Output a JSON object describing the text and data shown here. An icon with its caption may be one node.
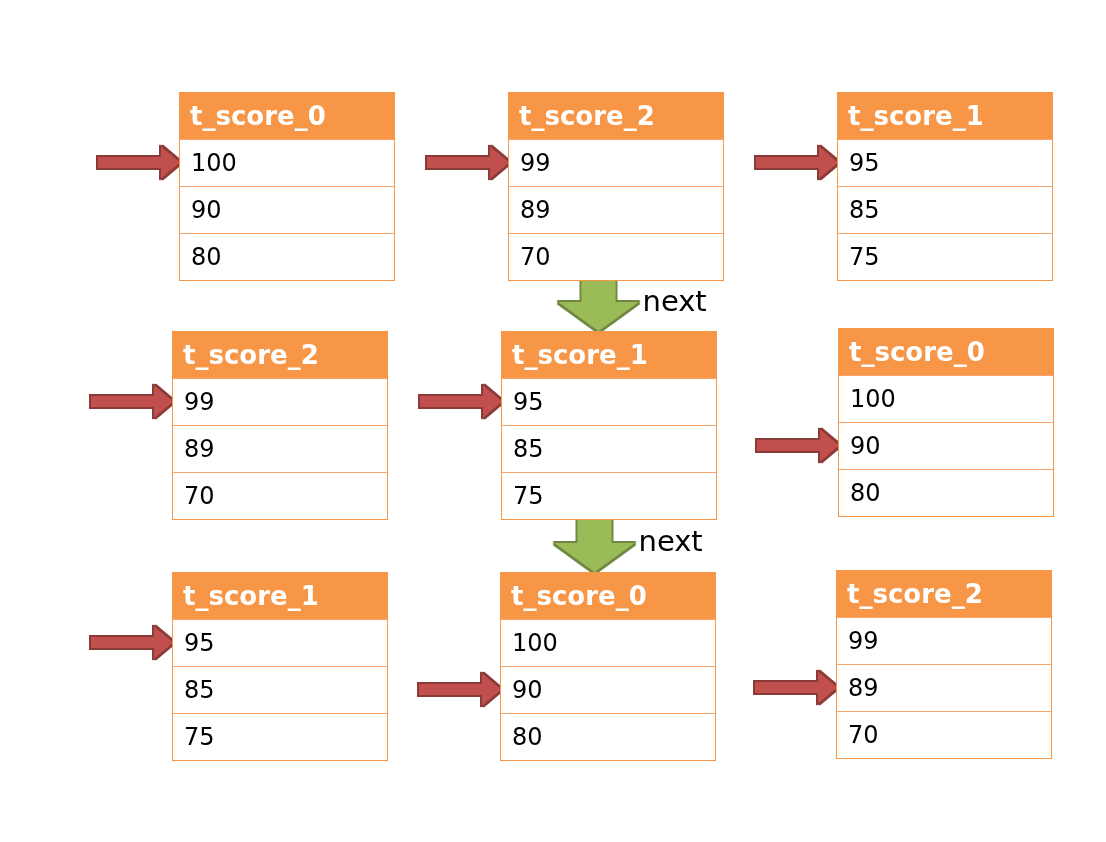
{
  "diagram": {
    "nodes": [
      {
        "text": [
          "t_score_0"
        ]
      },
      {
        "text": [
          "100"
        ],
        "in": 0
      },
      {
        "text": [
          "90"
        ],
        "in": 0
      },
      {
        "text": [
          "80"
        ],
        "in": 0
      },
      {
        "text": [
          "t_score_2"
        ]
      },
      {
        "text": [
          "99"
        ],
        "in": 4
      },
      {
        "text": [
          "89"
        ],
        "in": 4
      },
      {
        "text": [
          "70"
        ],
        "in": 4
      },
      {
        "text": [
          "t_score_1"
        ]
      },
      {
        "text": [
          "95"
        ],
        "in": 8
      },
      {
        "text": [
          "85"
        ],
        "in": 8
      },
      {
        "text": [
          "75"
        ],
        "in": 8
      },
      {
        "text": [
          "t_score_2"
        ]
      },
      {
        "text": [
          "99"
        ],
        "in": 12
      },
      {
        "text": [
          "89"
        ],
        "in": 12
      },
      {
        "text": [
          "70"
        ],
        "in": 12
      },
      {
        "text": [
          "t_score_1"
        ]
      },
      {
        "text": [
          "95"
        ],
        "in": 16
      },
      {
        "text": [
          "85"
        ],
        "in": 16
      },
      {
        "text": [
          "75"
        ],
        "in": 16
      },
      {
        "text": [
          "t_score_0"
        ]
      },
      {
        "text": [
          "100"
        ],
        "in": 20
      },
      {
        "text": [
          "90"
        ],
        "in": 20
      },
      {
        "text": [
          "80"
        ],
        "in": 20
      },
      {
        "text": [
          "t_score_1"
        ]
      },
      {
        "text": [
          "95"
        ],
        "in": 24
      },
      {
        "text": [
          "85"
        ],
        "in": 24
      },
      {
        "text": [
          "75"
        ],
        "in": 24
      },
      {
        "text": [
          "t_score_0"
        ]
      },
      {
        "text": [
          "100"
        ],
        "in": 28
      },
      {
        "text": [
          "90"
        ],
        "in": 28
      },
      {
        "text": [
          "80"
        ],
        "in": 28
      },
      {
        "text": [
          "t_score_2"
        ]
      },
      {
        "text": [
          "99"
        ],
        "in": 32
      },
      {
        "text": [
          "89"
        ],
        "in": 32
      },
      {
        "text": [
          "70"
        ],
        "in": 32
      }
    ],
    "edges": [
      {
        "from": null,
        "to": 1,
        "arrow": "to"
      },
      {
        "from": null,
        "to": 5,
        "arrow": "to"
      },
      {
        "from": null,
        "to": 9,
        "arrow": "to"
      },
      {
        "from": 4,
        "to": 16,
        "arrow": "to",
        "label": "next",
        "style": "thick",
        "color": "#9bbb59"
      },
      {
        "from": null,
        "to": 13,
        "arrow": "to"
      },
      {
        "from": null,
        "to": 17,
        "arrow": "to"
      },
      {
        "from": null,
        "to": 22,
        "arrow": "to"
      },
      {
        "from": 16,
        "to": 28,
        "arrow": "to",
        "label": "next",
        "style": "thick",
        "color": "#9bbb59"
      },
      {
        "from": null,
        "to": 25,
        "arrow": "to"
      },
      {
        "from": null,
        "to": 30,
        "arrow": "to"
      },
      {
        "from": null,
        "to": 34,
        "arrow": "to"
      }
    ]
  }
}
